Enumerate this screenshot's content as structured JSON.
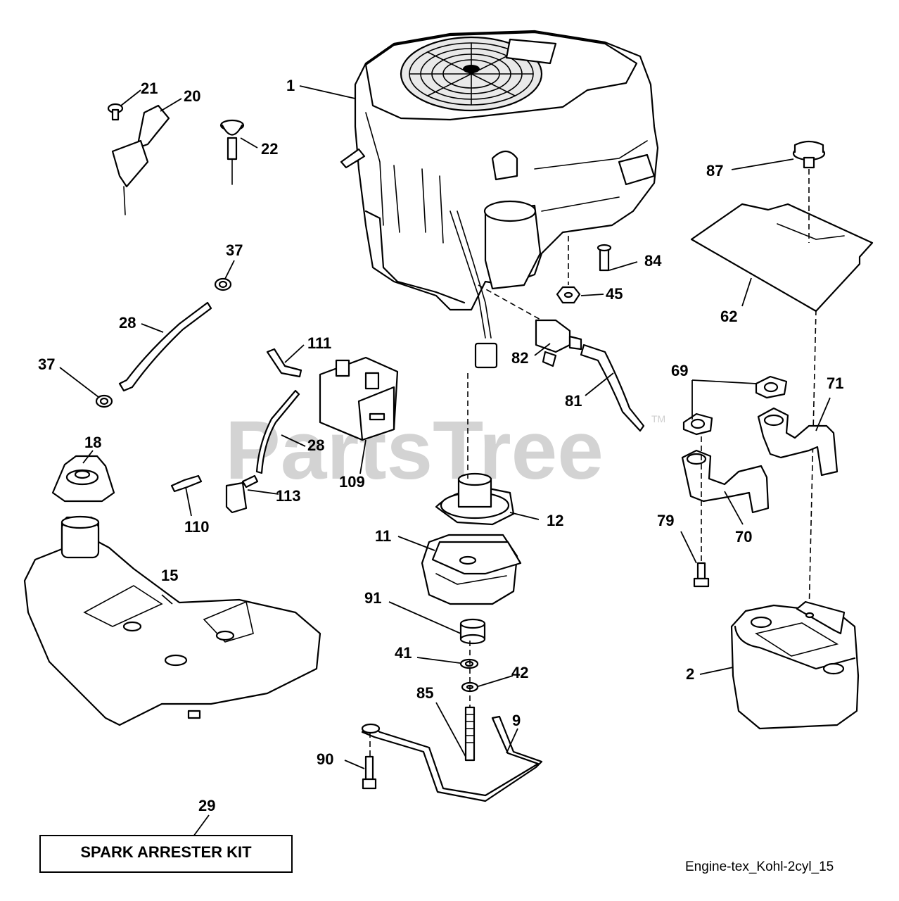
{
  "watermark": {
    "text": "PartsTree",
    "mark": "TM"
  },
  "footer_code": "Engine-tex_Kohl-2cyl_15",
  "kit_box_label": "SPARK ARRESTER KIT",
  "callouts": {
    "c1": "1",
    "c2": "2",
    "c9": "9",
    "c11": "11",
    "c12": "12",
    "c15": "15",
    "c18": "18",
    "c20": "20",
    "c21": "21",
    "c22": "22",
    "c28a": "28",
    "c28b": "28",
    "c29": "29",
    "c37a": "37",
    "c37b": "37",
    "c41": "41",
    "c42": "42",
    "c45": "45",
    "c62": "62",
    "c69": "69",
    "c70": "70",
    "c71": "71",
    "c79": "79",
    "c81": "81",
    "c82": "82",
    "c84": "84",
    "c85": "85",
    "c87": "87",
    "c90": "90",
    "c91": "91",
    "c109": "109",
    "c110": "110",
    "c111": "111",
    "c113": "113"
  }
}
